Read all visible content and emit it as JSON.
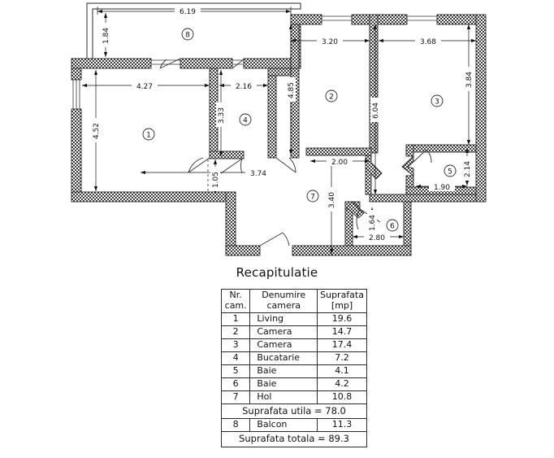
{
  "recap": {
    "title": "Recapitulatie",
    "headers": {
      "nr_line1": "Nr.",
      "nr_line2": "cam.",
      "name_line1": "Denumire",
      "name_line2": "camera",
      "area_line1": "Suprafata",
      "area_line2": "[mp]"
    },
    "rows": [
      {
        "nr": "1",
        "name": "Living",
        "area": "19.6"
      },
      {
        "nr": "2",
        "name": "Camera",
        "area": "14.7"
      },
      {
        "nr": "3",
        "name": "Camera",
        "area": "17.4"
      },
      {
        "nr": "4",
        "name": "Bucatarie",
        "area": "7.2"
      },
      {
        "nr": "5",
        "name": "Baie",
        "area": "4.1"
      },
      {
        "nr": "6",
        "name": "Baie",
        "area": "4.2"
      },
      {
        "nr": "7",
        "name": "Hol",
        "area": "10.8"
      }
    ],
    "subtotal_label": "Suprafata utila = 78.0",
    "balcony": {
      "nr": "8",
      "name": "Balcon",
      "area": "11.3"
    },
    "total_label": "Suprafata totala = 89.3"
  },
  "plan": {
    "room_markers": [
      {
        "id": "1",
        "label": "1"
      },
      {
        "id": "2",
        "label": "2"
      },
      {
        "id": "3",
        "label": "3"
      },
      {
        "id": "4",
        "label": "4"
      },
      {
        "id": "5",
        "label": "5"
      },
      {
        "id": "6",
        "label": "6"
      },
      {
        "id": "7",
        "label": "7"
      },
      {
        "id": "8",
        "label": "8"
      }
    ],
    "dimensions": {
      "balcony_width": "6.19",
      "balcony_depth": "1.84",
      "living_width": "4.27",
      "living_depth": "4.52",
      "kitchen_width": "2.16",
      "kitchen_depth": "3.33",
      "room2_width": "3.20",
      "room2_depth": "4.85",
      "room3_width": "3.68",
      "room3_depth": "3.84",
      "hall_width": "3.74",
      "hall_offset": "1.05",
      "hall_right_width": "2.00",
      "hall_depth": "3.40",
      "corridor_depth": "6.04",
      "bath5_width": "1.90",
      "bath5_depth": "2.14",
      "bath6_width": "2.80",
      "bath6_depth": "1.64"
    }
  }
}
